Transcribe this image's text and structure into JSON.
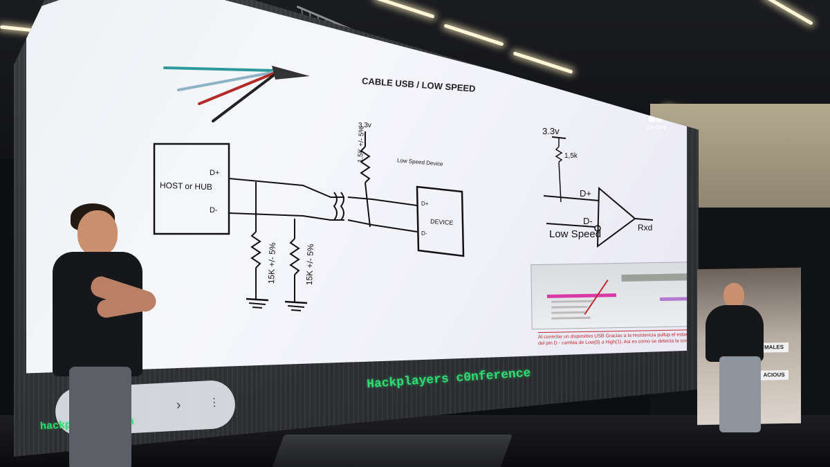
{
  "slide": {
    "title": "CABLE USB  /  LOW SPEED",
    "host_label": "HOST or HUB",
    "host_dp": "D+",
    "host_dm": "D-",
    "device_label": "DEVICE",
    "device_dp": "D+",
    "device_dm": "D-",
    "low_speed_device": "Low Speed Device",
    "pullup_voltage": "3.3v",
    "pullup_value": "1.5K +/- 5%",
    "pulldown_1": "15K +/- 5%",
    "pulldown_2": "15K +/- 5%",
    "right_voltage": "3.3v",
    "right_resistor": "1,5k",
    "right_dp": "D+",
    "right_dm": "D-",
    "low_speed": "Low Speed",
    "rxd": "Rxd",
    "caption": "Al conectar un dispositivo USB Gracias a la resistencia pullup el estado logico del pin D - cambia de Low(0) a High(1).  Asi es como se detecta la conexion.",
    "logo": "2h-c0n"
  },
  "screen": {
    "conference": "Hackplayers c0nference",
    "site": "hackplayers.com"
  },
  "banner": {
    "label_1": "MALES",
    "label_2": "ACIOUS"
  },
  "colors": {
    "led_green": "#2fdc73",
    "caption_red": "#c0262d",
    "logic_pink": "#d93aa8"
  }
}
